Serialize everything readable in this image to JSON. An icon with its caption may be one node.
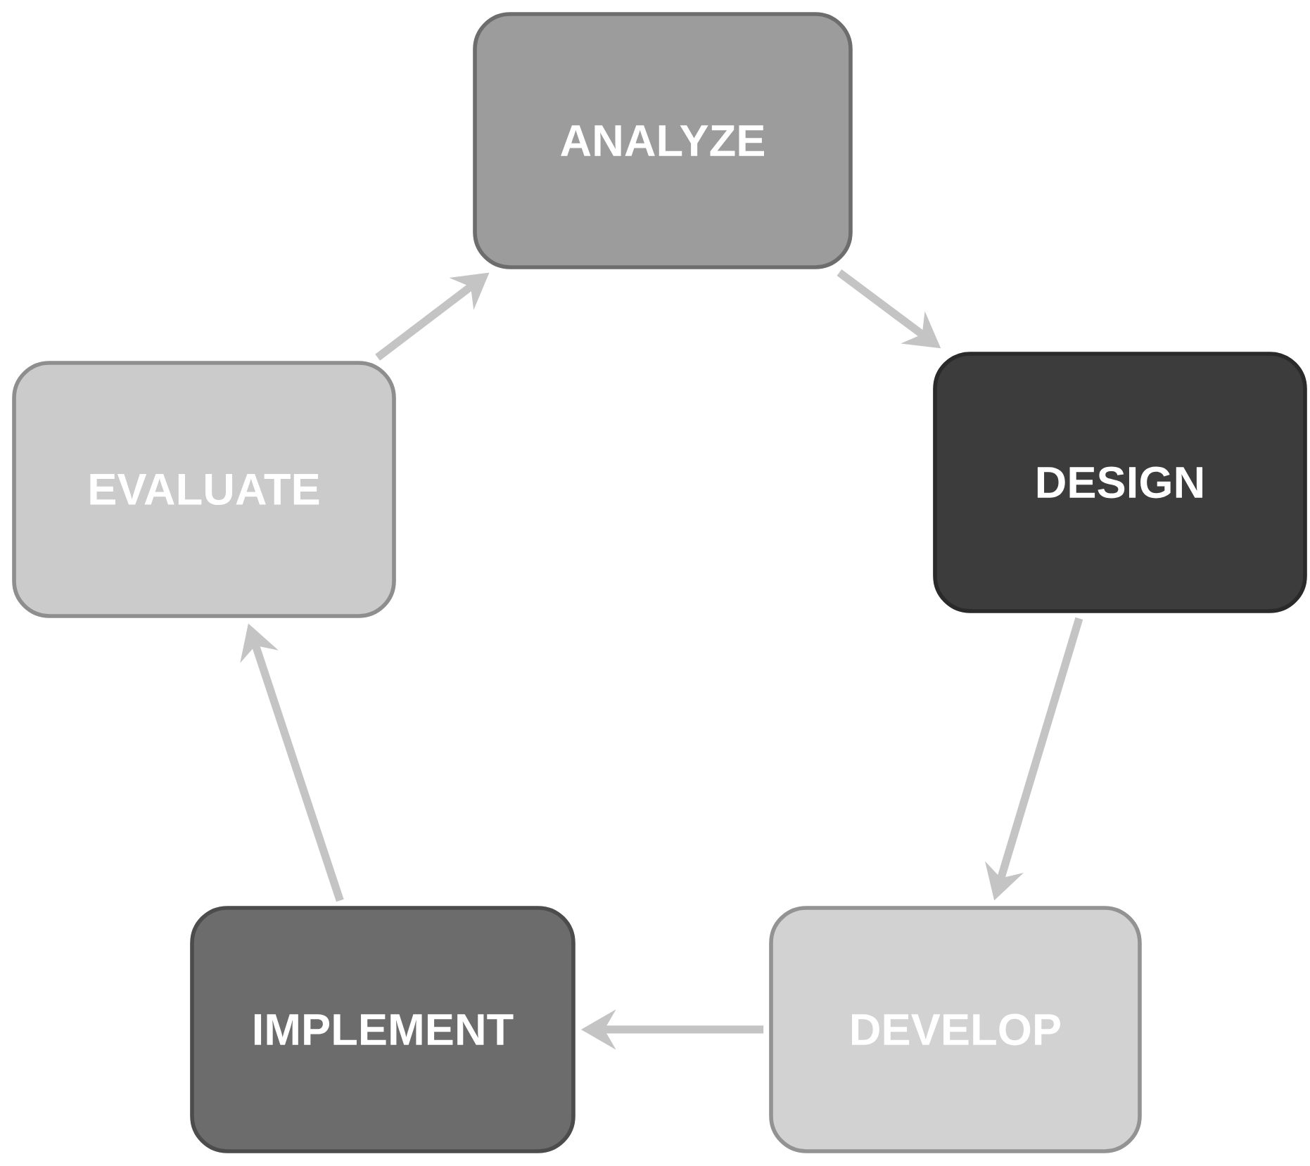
{
  "diagram": {
    "nodes": [
      {
        "text": [
          "ANALYZE"
        ]
      },
      {
        "text": [
          "DESIGN"
        ]
      },
      {
        "text": [
          "DEVELOP"
        ]
      },
      {
        "text": [
          "IMPLEMENT"
        ]
      },
      {
        "text": [
          "EVALUATE"
        ]
      }
    ],
    "edges": [
      {
        "from": 0,
        "to": 1,
        "arrow": "to"
      },
      {
        "from": 1,
        "to": 2,
        "arrow": "to"
      },
      {
        "from": 2,
        "to": 3,
        "arrow": "to"
      },
      {
        "from": 3,
        "to": 4,
        "arrow": "to"
      },
      {
        "from": 4,
        "to": 0,
        "arrow": "to"
      }
    ]
  }
}
